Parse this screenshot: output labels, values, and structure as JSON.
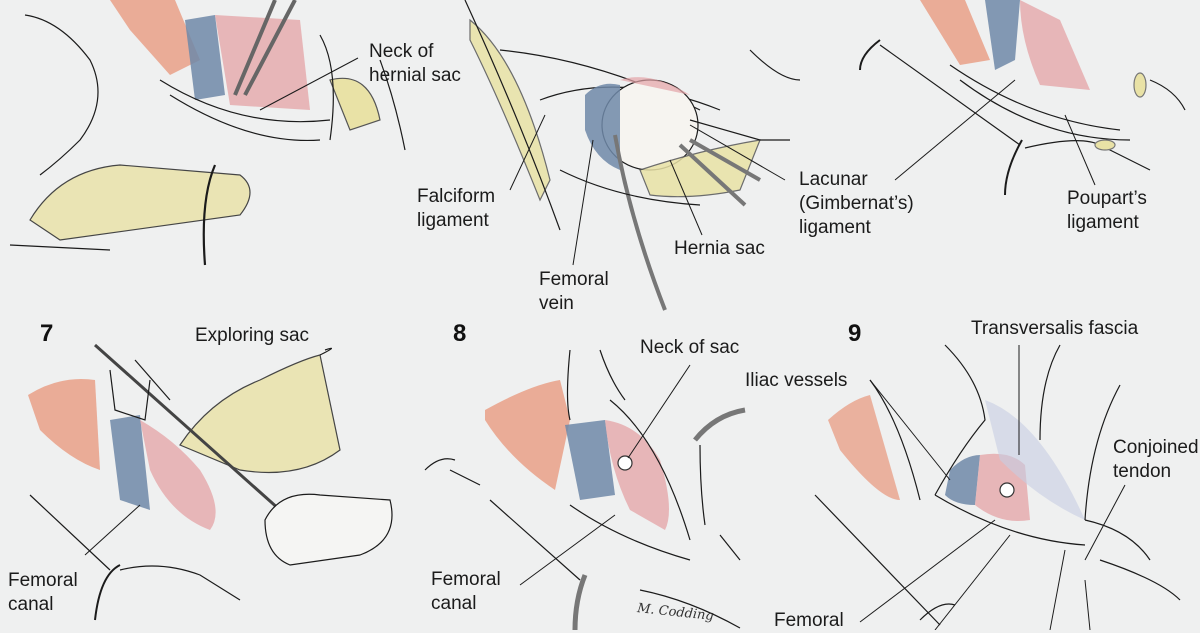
{
  "figure": {
    "subject": "Femoral hernia repair - surgical steps",
    "palette": {
      "background": "#eff0f0",
      "muscle": "#e8957a",
      "vein": "#6f88a8",
      "sac": "#e4a3a6",
      "fat": "#e9e2a6",
      "ink": "#1b1b1b",
      "instrument": "#8a8a8a"
    },
    "panels": [
      {
        "number": "",
        "labels": [
          "Neck of\nhernial sac"
        ]
      },
      {
        "number": "",
        "labels": [
          "Falciform\nligament",
          "Femoral\nvein",
          "Hernia sac",
          "Lacunar\n(Gimbernat’s)\nligament"
        ]
      },
      {
        "number": "",
        "labels": [
          "Poupart’s\nligament"
        ]
      },
      {
        "number": "7",
        "labels": [
          "Exploring sac",
          "Femoral\ncanal"
        ]
      },
      {
        "number": "8",
        "labels": [
          "Neck of sac",
          "Femoral\ncanal"
        ]
      },
      {
        "number": "9",
        "labels": [
          "Transversalis fascia",
          "Iliac vessels",
          "Conjoined\ntendon",
          "Femoral"
        ]
      }
    ],
    "signature": "M. Codding"
  }
}
